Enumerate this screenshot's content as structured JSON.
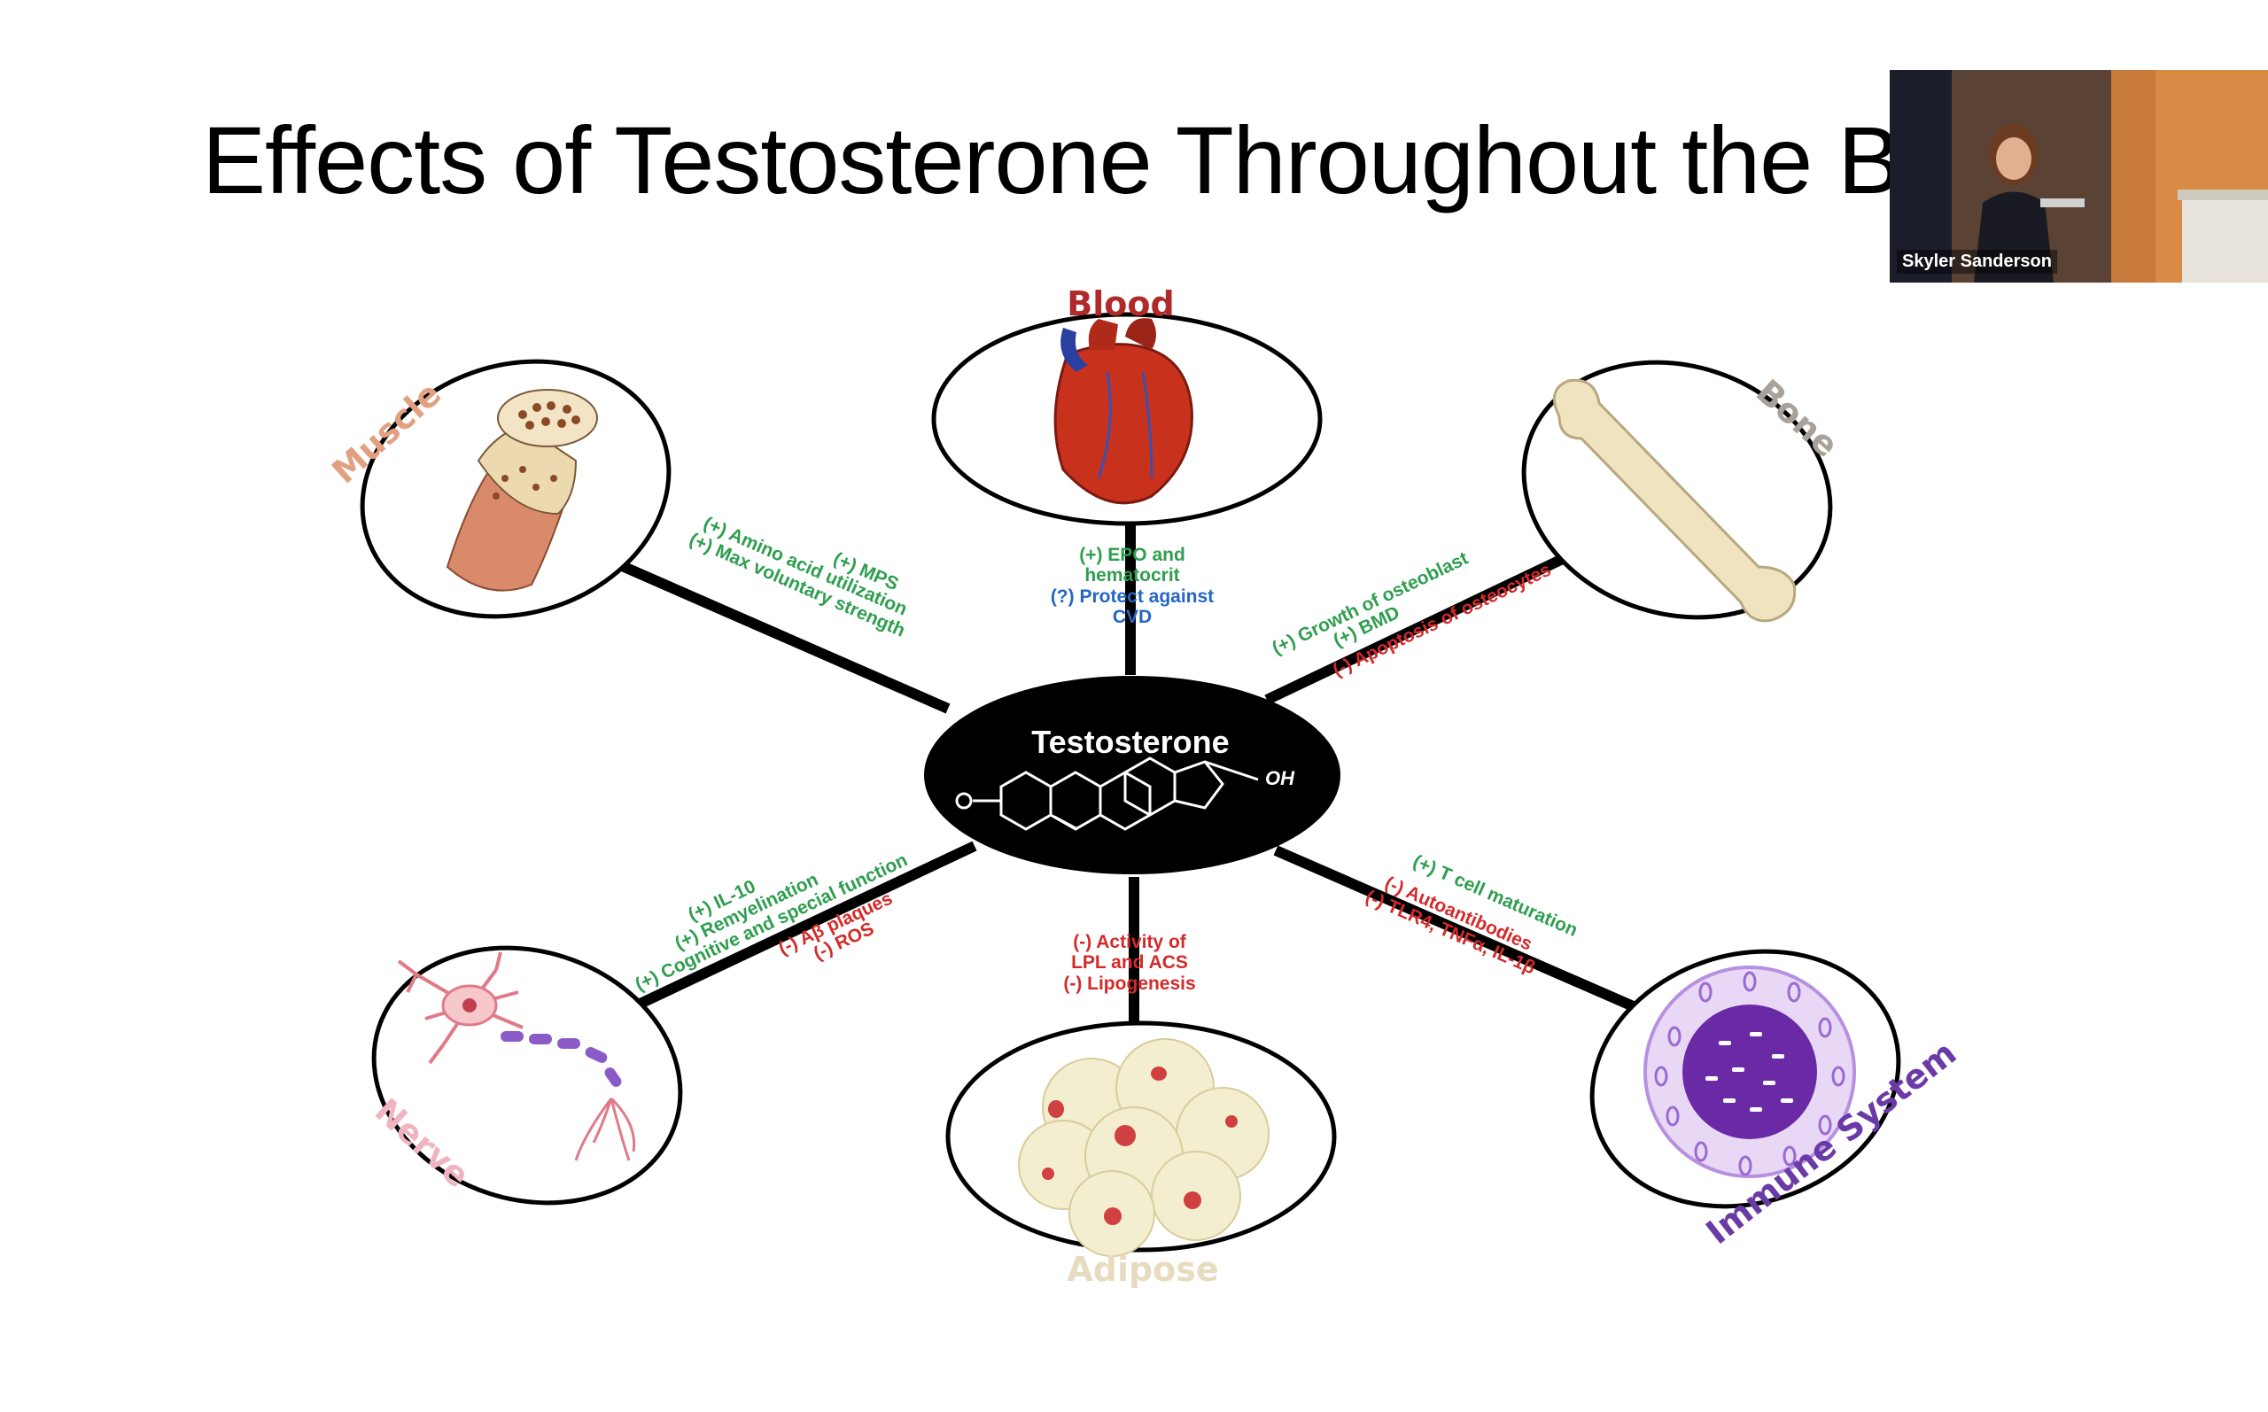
{
  "slide": {
    "title": "Effects of Testosterone Throughout the B"
  },
  "video": {
    "participant_name": "Skyler Sanderson"
  },
  "center": {
    "label": "Testosterone",
    "oh_label": "OH"
  },
  "organs": {
    "blood": "Blood",
    "muscle": "Muscle",
    "bone": "Bone",
    "nerve": "Nerve",
    "adipose": "Adipose",
    "immune": "Immune System"
  },
  "effects": {
    "blood": [
      "(+) EPO and",
      "hematocrit",
      "(?) Protect against",
      "CVD"
    ],
    "muscle": [
      "(+) MPS",
      "(+) Amino acid utilization",
      "(+) Max voluntary strength"
    ],
    "bone_positive": [
      "(+) Growth of osteoblast",
      "(+) BMD"
    ],
    "bone_negative": [
      "(-) Apoptosis of osteocytes"
    ],
    "nerve_positive": [
      "(+) IL-10",
      "(+) Remyelination",
      "(+) Cognitive and special function"
    ],
    "nerve_negative": [
      "(-) Aβ plaques",
      "(-) ROS"
    ],
    "adipose": [
      "(-) Activity of",
      "LPL and ACS",
      "(-) Lipogenesis"
    ],
    "immune_positive": [
      "(+) T cell maturation"
    ],
    "immune_negative": [
      "(-) Autoantibodies",
      "(-) TLR4, TNFα, IL-1β"
    ]
  },
  "colors": {
    "positive": "#2e9e4f",
    "negative": "#d42a2a",
    "uncertain": "#2566c4",
    "blood_label": "#b02a2a",
    "muscle_label": "#e2a080",
    "bone_label": "#a8a29a",
    "nerve_label": "#f0b4c0",
    "adipose_label": "#e8dcc0",
    "immune_label": "#6a3aa6"
  }
}
